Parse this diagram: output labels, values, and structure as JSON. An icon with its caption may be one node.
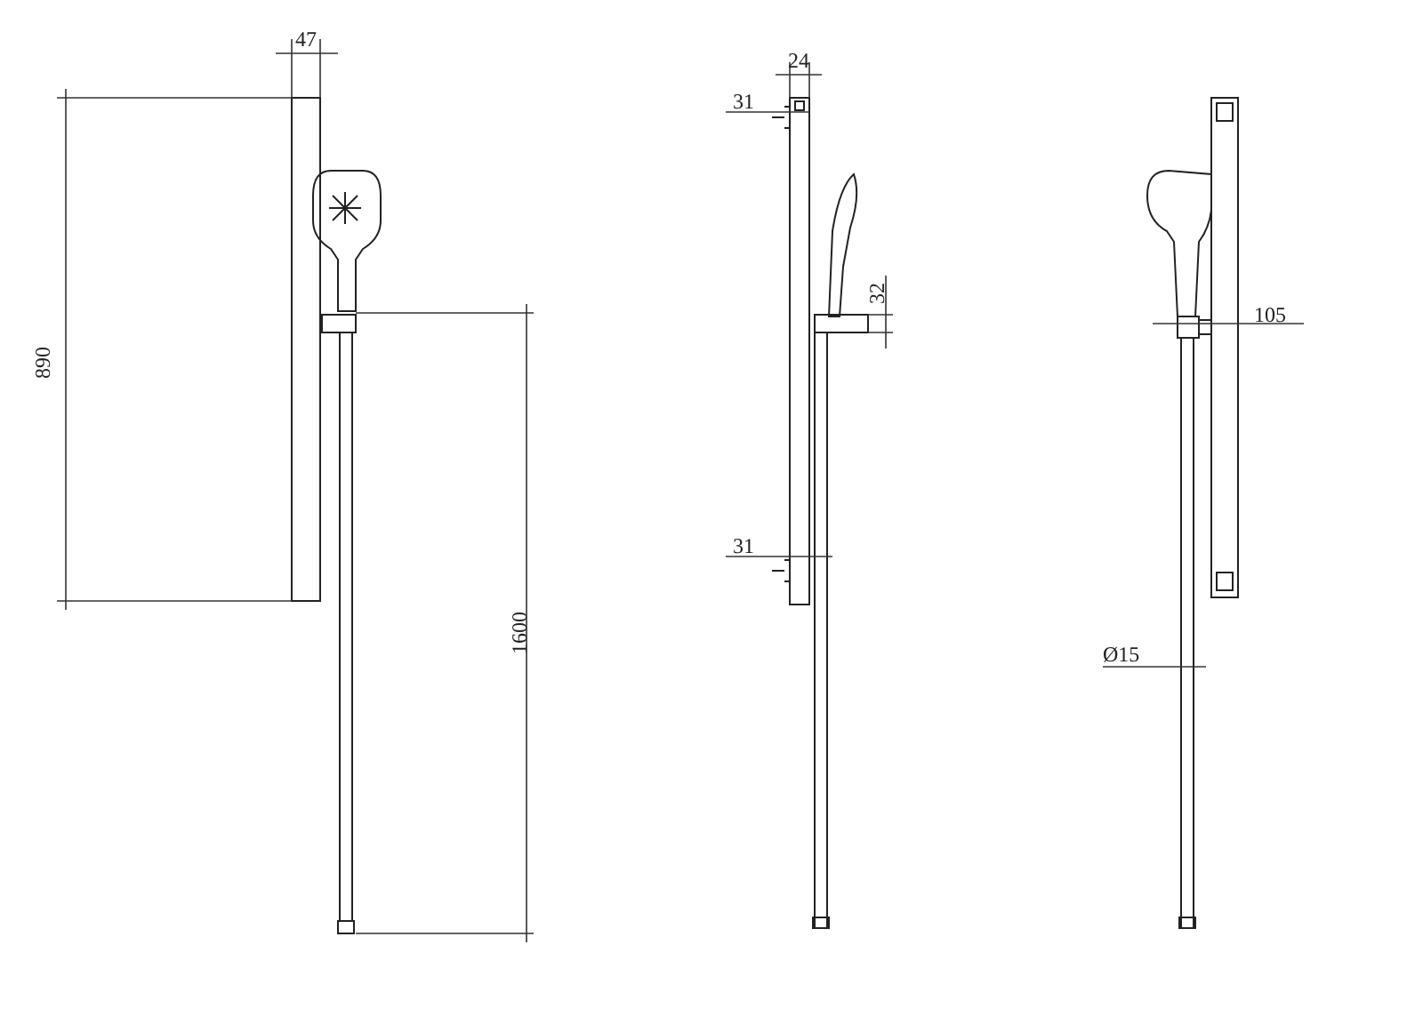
{
  "diagram": {
    "labels": [
      "47",
      "890",
      "1600",
      "24",
      "31",
      "32",
      "31",
      "105",
      "Ø15"
    ]
  }
}
